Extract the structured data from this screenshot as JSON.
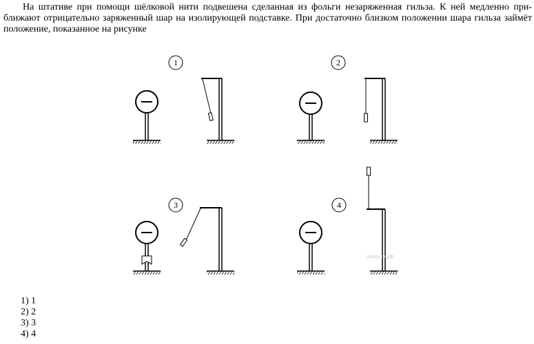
{
  "question": {
    "text": "На штативе при помощи шёлковой нити подвешена сделанная из фольги незаряженная гильза. К ней медленно при-ближают отрицательно заряженный шар на изолирующей подставке. При достаточно близком положении шара гильза займёт положение, показанное на рисунке"
  },
  "figure": {
    "labels": [
      "1",
      "2",
      "3",
      "4"
    ],
    "ball_sign": "−",
    "watermark": "решуогэ.рф"
  },
  "answers": [
    "1) 1",
    "2) 2",
    "3) 3",
    "4) 4"
  ]
}
